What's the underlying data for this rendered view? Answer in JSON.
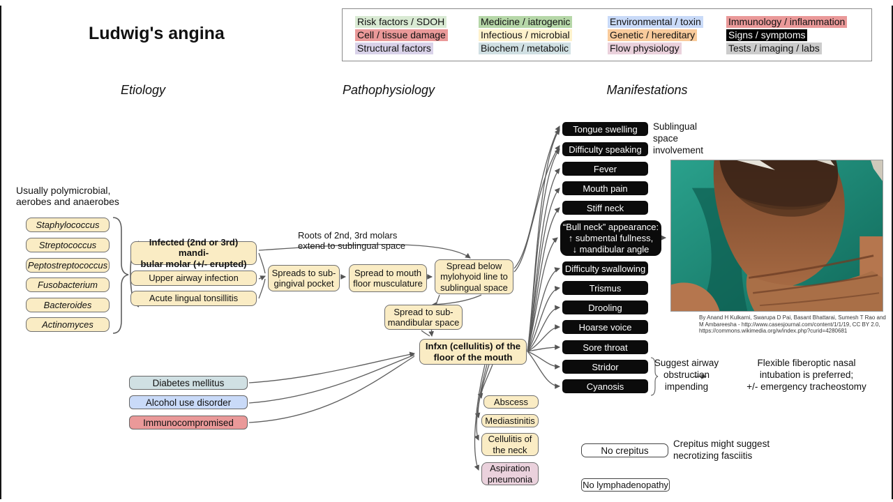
{
  "title": "Ludwig's angina",
  "columns": {
    "etiology": "Etiology",
    "pathophysiology": "Pathophysiology",
    "manifestations": "Manifestations"
  },
  "legend": {
    "items": [
      {
        "label": "Risk factors / SDOH",
        "color": "#d9ead3",
        "fg": "#111111"
      },
      {
        "label": "Cell / tissue damage",
        "color": "#ea9999",
        "fg": "#111111"
      },
      {
        "label": "Structural factors",
        "color": "#d9d2e9",
        "fg": "#111111"
      },
      {
        "label": "Medicine / iatrogenic",
        "color": "#b6d7a8",
        "fg": "#111111"
      },
      {
        "label": "Infectious / microbial",
        "color": "#fff2cc",
        "fg": "#111111"
      },
      {
        "label": "Biochem / metabolic",
        "color": "#d0e0e3",
        "fg": "#111111"
      },
      {
        "label": "Environmental / toxin",
        "color": "#c9daf8",
        "fg": "#111111"
      },
      {
        "label": "Genetic / hereditary",
        "color": "#f9cb9c",
        "fg": "#111111"
      },
      {
        "label": "Flow physiology",
        "color": "#ead1dc",
        "fg": "#111111"
      },
      {
        "label": "Immunology / inflammation",
        "color": "#ea9999",
        "fg": "#111111"
      },
      {
        "label": "Signs / symptoms",
        "color": "#000000",
        "fg": "#ffffff"
      },
      {
        "label": "Tests / imaging / labs",
        "color": "#cccccc",
        "fg": "#111111"
      }
    ]
  },
  "etiology": {
    "note": "Usually polymicrobial,\naerobes and anaerobes",
    "bacteria": [
      "Staphylococcus",
      "Streptococcus",
      "Peptostreptococcus",
      "Fusobacterium",
      "Bacteroides",
      "Actinomyces"
    ],
    "sources": [
      "Infected (2nd or 3rd) mandi-\nbular molar (+/- erupted)",
      "Upper airway infection",
      "Acute lingual tonsillitis"
    ]
  },
  "pathophysiology": {
    "molar_note": "Roots of 2nd, 3rd molars\nextend to sublingual space",
    "steps": [
      "Spreads to sub-\ngingival pocket",
      "Spread to mouth\nfloor musculature",
      "Spread below\nmylohyoid line to\nsublingual space",
      "Spread to sub-\nmandibular space"
    ],
    "central": "Infxn (cellulitis) of the\nfloor of the mouth"
  },
  "risk_factors": [
    {
      "label": "Diabetes mellitus",
      "color": "#d0e0e3"
    },
    {
      "label": "Alcohol use disorder",
      "color": "#c9daf8"
    },
    {
      "label": "Immunocompromised",
      "color": "#ea9999"
    }
  ],
  "complications": [
    {
      "label": "Abscess",
      "color": "#faecc4"
    },
    {
      "label": "Mediastinitis",
      "color": "#faecc4"
    },
    {
      "label": "Cellulitis of\nthe neck",
      "color": "#faecc4"
    },
    {
      "label": "Aspiration\npneumonia",
      "color": "#ead1dc"
    }
  ],
  "manifestations": {
    "signs": [
      "Tongue swelling",
      "Difficulty speaking",
      "Fever",
      "Mouth pain",
      "Stiff neck",
      "“Bull neck” appearance:\n↑ submental fullness,\n↓ mandibular angle",
      "Difficulty swallowing",
      "Trismus",
      "Drooling",
      "Hoarse voice",
      "Sore throat",
      "Stridor",
      "Cyanosis"
    ],
    "sublingual_note": "Sublingual\nspace\ninvolvement",
    "airway_note": "Suggest airway\nobstruction\nimpending",
    "airway_action": "Flexible fiberoptic nasal\nintubation is preferred;\n+/- emergency tracheostomy",
    "crepitus_box": "No crepitus",
    "crepitus_note": "Crepitus might suggest\nnecrotizing fasciitis",
    "lymph_box": "No lymphadenopathy"
  },
  "photo": {
    "attribution": "By Anand H Kulkarni, Swarupa D Pai, Basant Bhattarai, Sumesh T Rao and M Ambareesha - http://www.casesjournal.com/content/1/1/19, CC BY 2.0, https://commons.wikimedia.org/w/index.php?curid=4280681"
  }
}
